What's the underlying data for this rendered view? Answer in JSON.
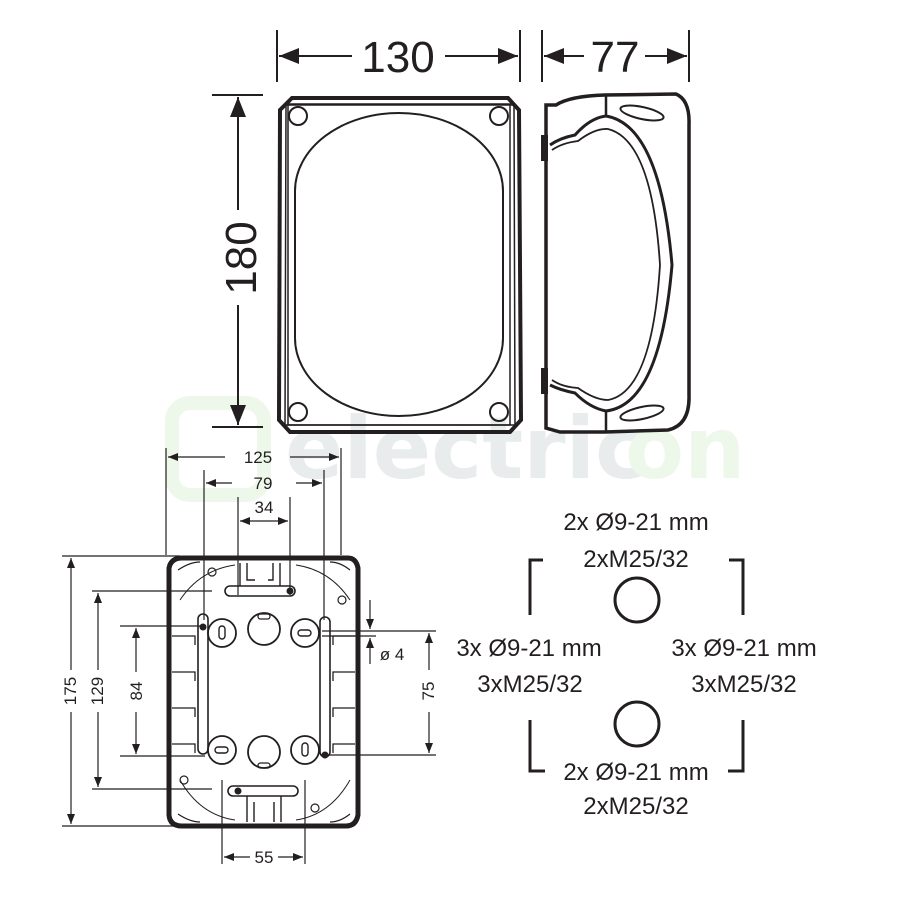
{
  "watermark": {
    "text_gray": "electric",
    "text_green": "on",
    "gray_color": "#e9ecec",
    "green_color": "#eef8ea"
  },
  "front_view": {
    "width_label": "130",
    "height_label": "180"
  },
  "side_view": {
    "depth_label": "77"
  },
  "base_view": {
    "dims": {
      "outer_width": "125",
      "mount_width": "79",
      "inner_width": "34",
      "outer_height": "175",
      "mount_height": "129",
      "inner_height": "84",
      "hole_spacing": "75",
      "hole_diameter": "ø 4",
      "bottom_width": "55"
    }
  },
  "entries": {
    "top": {
      "line1": "2x Ø9-21 mm",
      "line2": "2xM25/32"
    },
    "left": {
      "line1": "3x Ø9-21 mm",
      "line2": "3xM25/32"
    },
    "right": {
      "line1": "3x Ø9-21 mm",
      "line2": "3xM25/32"
    },
    "bottom": {
      "line1": "2x Ø9-21 mm",
      "line2": "2xM25/32"
    }
  },
  "colors": {
    "ink": "#231f20",
    "background": "#ffffff"
  }
}
